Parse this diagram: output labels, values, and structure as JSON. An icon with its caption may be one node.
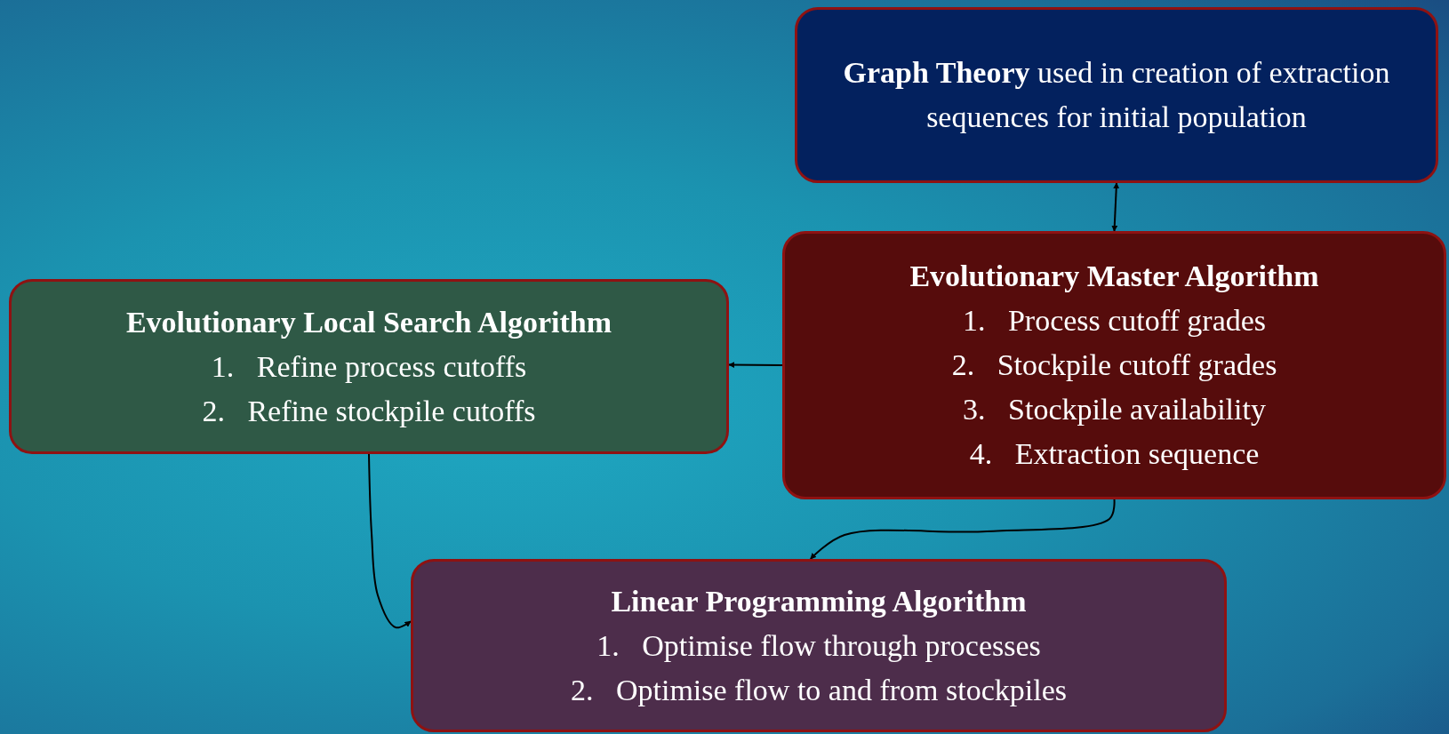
{
  "diagram": {
    "nodes": [
      {
        "text": [
          "**Graph Theory** used in creation of extraction sequences for initial population"
        ]
      },
      {
        "text": [
          "Evolutionary Master Algorithm",
          "1.   Process cutoff grades",
          "2.   Stockpile cutoff grades",
          "3.   Stockpile availability",
          "4.   Extraction sequence"
        ]
      },
      {
        "text": [
          "Evolutionary Local Search Algorithm",
          "1.   Refine process cutoffs",
          "2.   Refine stockpile cutoffs"
        ]
      },
      {
        "text": [
          "Linear Programming Algorithm",
          "1.   Optimise flow through processes",
          "2.   Optimise flow to and from stockpiles"
        ]
      }
    ],
    "edges": [
      {
        "from": 0,
        "to": 1,
        "arrow": "both"
      },
      {
        "from": 1,
        "to": 2,
        "arrow": "to"
      },
      {
        "from": 1,
        "to": 3,
        "arrow": "to"
      },
      {
        "from": 2,
        "to": 3,
        "arrow": "to"
      }
    ]
  }
}
